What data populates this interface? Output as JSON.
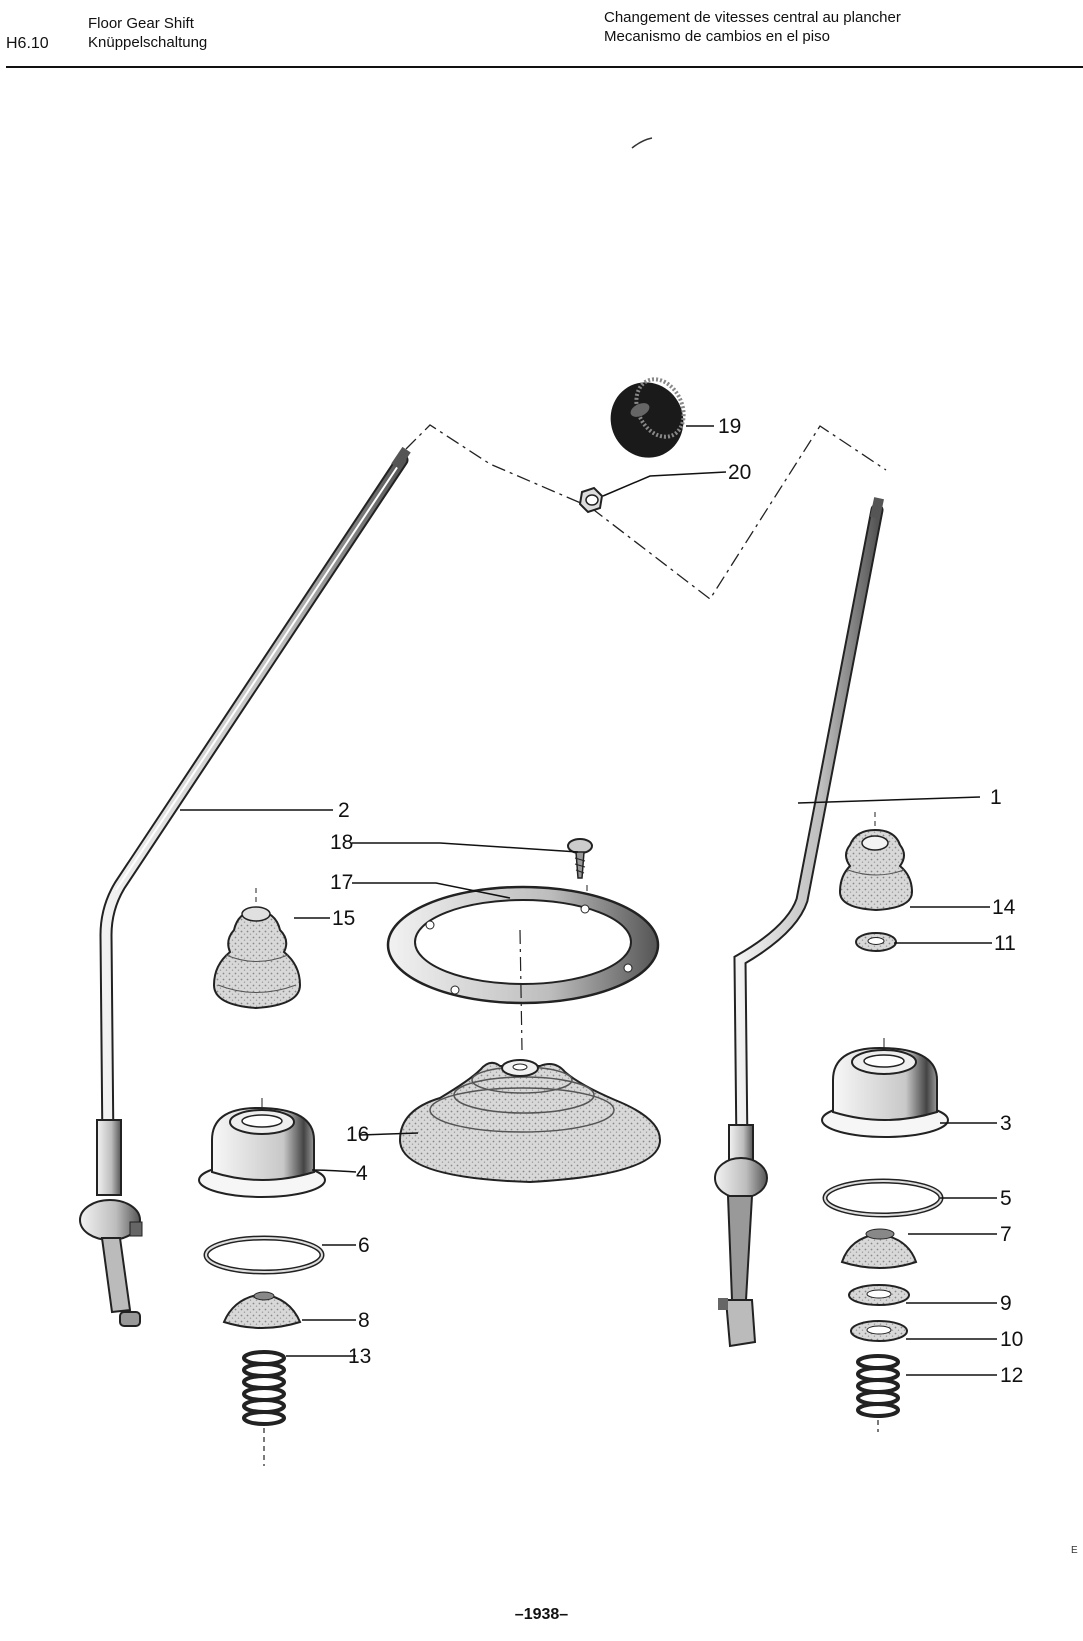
{
  "header": {
    "section": "H6.10",
    "title_en": "Floor Gear Shift",
    "title_de": "Knüppelschaltung",
    "title_fr": "Changement de vitesses central au plancher",
    "title_es": "Mecanismo de cambios en el piso"
  },
  "callouts": [
    "1",
    "2",
    "3",
    "4",
    "5",
    "6",
    "7",
    "8",
    "9",
    "10",
    "11",
    "12",
    "13",
    "14",
    "15",
    "16",
    "17",
    "18",
    "19",
    "20"
  ],
  "page_number": "–1938–",
  "edge_mark": "E"
}
